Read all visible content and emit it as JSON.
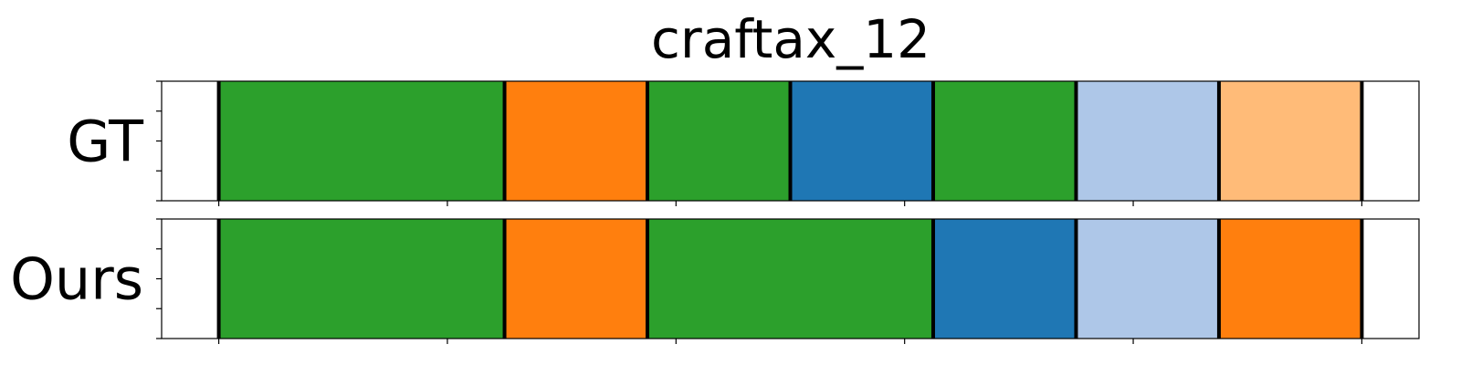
{
  "chart_data": {
    "type": "segmentation-timeline",
    "title": "craftax_12",
    "xlim": [
      0,
      22
    ],
    "rows": [
      {
        "label": "GT",
        "segments": [
          {
            "start": 1,
            "end": 6,
            "color": "#2ca02c"
          },
          {
            "start": 6,
            "end": 8.5,
            "color": "#ff7f0e"
          },
          {
            "start": 8.5,
            "end": 11,
            "color": "#2ca02c"
          },
          {
            "start": 11,
            "end": 13.5,
            "color": "#1f77b4"
          },
          {
            "start": 13.5,
            "end": 16,
            "color": "#2ca02c"
          },
          {
            "start": 16,
            "end": 18.5,
            "color": "#aec7e8"
          },
          {
            "start": 18.5,
            "end": 21,
            "color": "#ffbb78"
          }
        ]
      },
      {
        "label": "Ours",
        "segments": [
          {
            "start": 1,
            "end": 6,
            "color": "#2ca02c"
          },
          {
            "start": 6,
            "end": 8.5,
            "color": "#ff7f0e"
          },
          {
            "start": 8.5,
            "end": 13.5,
            "color": "#2ca02c"
          },
          {
            "start": 13.5,
            "end": 16,
            "color": "#1f77b4"
          },
          {
            "start": 16,
            "end": 18.5,
            "color": "#aec7e8"
          },
          {
            "start": 18.5,
            "end": 21,
            "color": "#ff7f0e"
          }
        ]
      }
    ],
    "x_ticks": [
      1,
      5,
      9,
      13,
      17,
      21
    ],
    "x_tick_labels_visible": false,
    "y_ticks_per_row": 5,
    "boundary_color": "#000000"
  }
}
